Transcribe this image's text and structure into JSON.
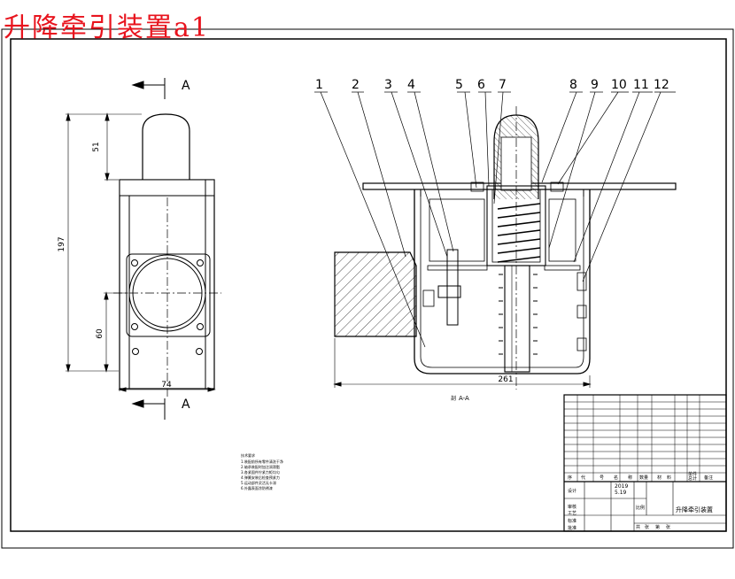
{
  "title": "升降牵引装置a1",
  "section_marker": "A",
  "section_label": "A-A",
  "section_prefix": "剖",
  "dimensions": {
    "d51": "51",
    "d197": "197",
    "d60": "60",
    "d74": "74",
    "d261": "261"
  },
  "part_numbers": [
    "1",
    "2",
    "3",
    "4",
    "5",
    "6",
    "7",
    "8",
    "9",
    "10",
    "11",
    "12"
  ],
  "title_block": {
    "drawing_name": "升降牵引装置",
    "date_line1": "2019",
    "date_line2": "5.19",
    "header_cols": [
      "序",
      "代",
      "号",
      "名",
      "称",
      "数量",
      "材",
      "料",
      "单件",
      "总计",
      "备注"
    ],
    "signature_cols": [
      "共",
      "张",
      "第",
      "张"
    ],
    "row_labels": [
      "设计",
      "审核",
      "工艺",
      "标准",
      "批准"
    ],
    "sheet_label": "比例"
  },
  "notes_title": "技术要求",
  "notes": [
    "1.装配前所有零件清洗干净",
    "2.轴承装配时加注润滑脂",
    "3.各紧固件拧紧力矩均匀",
    "4.弹簧安装后检查预紧力",
    "5.运动部件灵活无卡滞",
    "6.外露表面涂防锈漆"
  ]
}
